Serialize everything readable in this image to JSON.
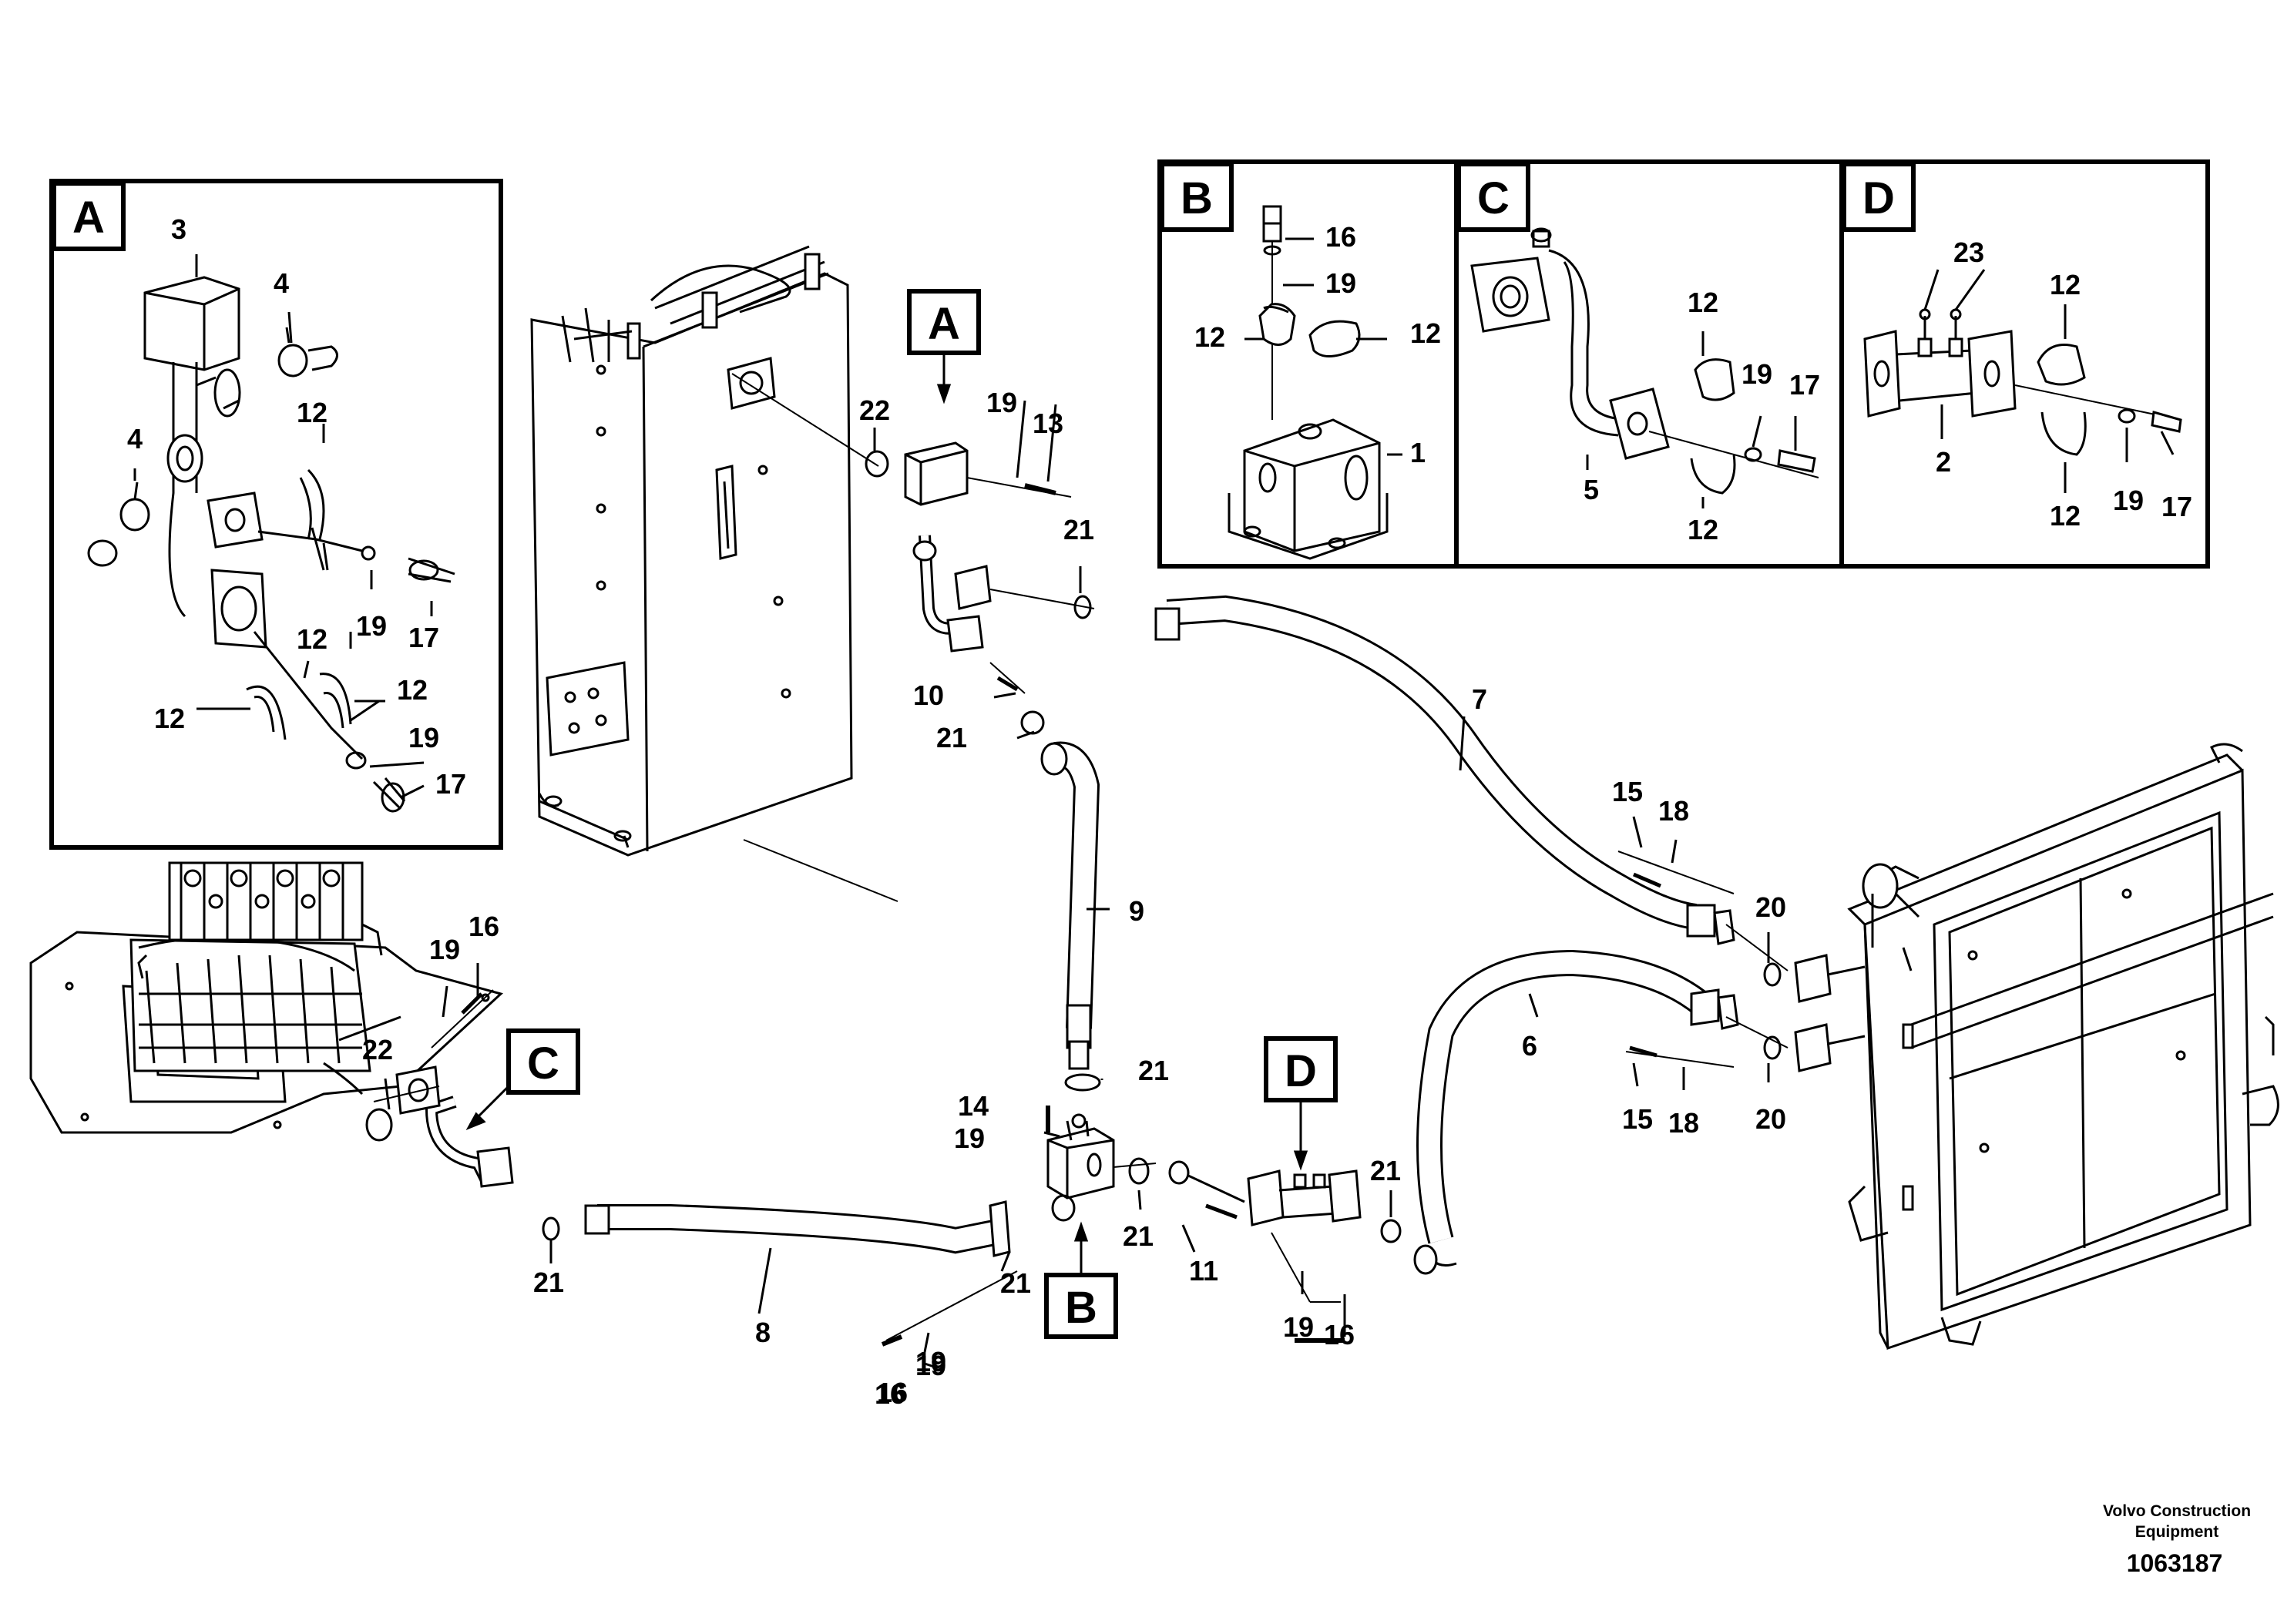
{
  "insets": {
    "A": {
      "letter": "A",
      "labels": [
        "3",
        "4",
        "4",
        "12",
        "12",
        "19",
        "17",
        "12",
        "12",
        "19",
        "17"
      ]
    },
    "B": {
      "letter": "B",
      "labels": [
        "16",
        "19",
        "12",
        "12",
        "1"
      ]
    },
    "C": {
      "letter": "C",
      "labels": [
        "12",
        "19",
        "17",
        "5",
        "12"
      ]
    },
    "D": {
      "letter": "D",
      "labels": [
        "23",
        "12",
        "2",
        "12",
        "19",
        "17"
      ]
    }
  },
  "callouts": {
    "A": "A",
    "B": "B",
    "C": "C",
    "D": "D"
  },
  "main_labels": [
    "22",
    "19",
    "13",
    "21",
    "10",
    "21",
    "7",
    "9",
    "21",
    "14",
    "19",
    "21",
    "11",
    "21",
    "8",
    "21",
    "16",
    "19",
    "19",
    "16",
    "22",
    "15",
    "18",
    "20",
    "6",
    "15",
    "18",
    "20",
    "21",
    "19",
    "16",
    "16",
    "19"
  ],
  "footer": {
    "company_line1": "Volvo Construction",
    "company_line2": "Equipment",
    "doc_number": "1063187"
  }
}
